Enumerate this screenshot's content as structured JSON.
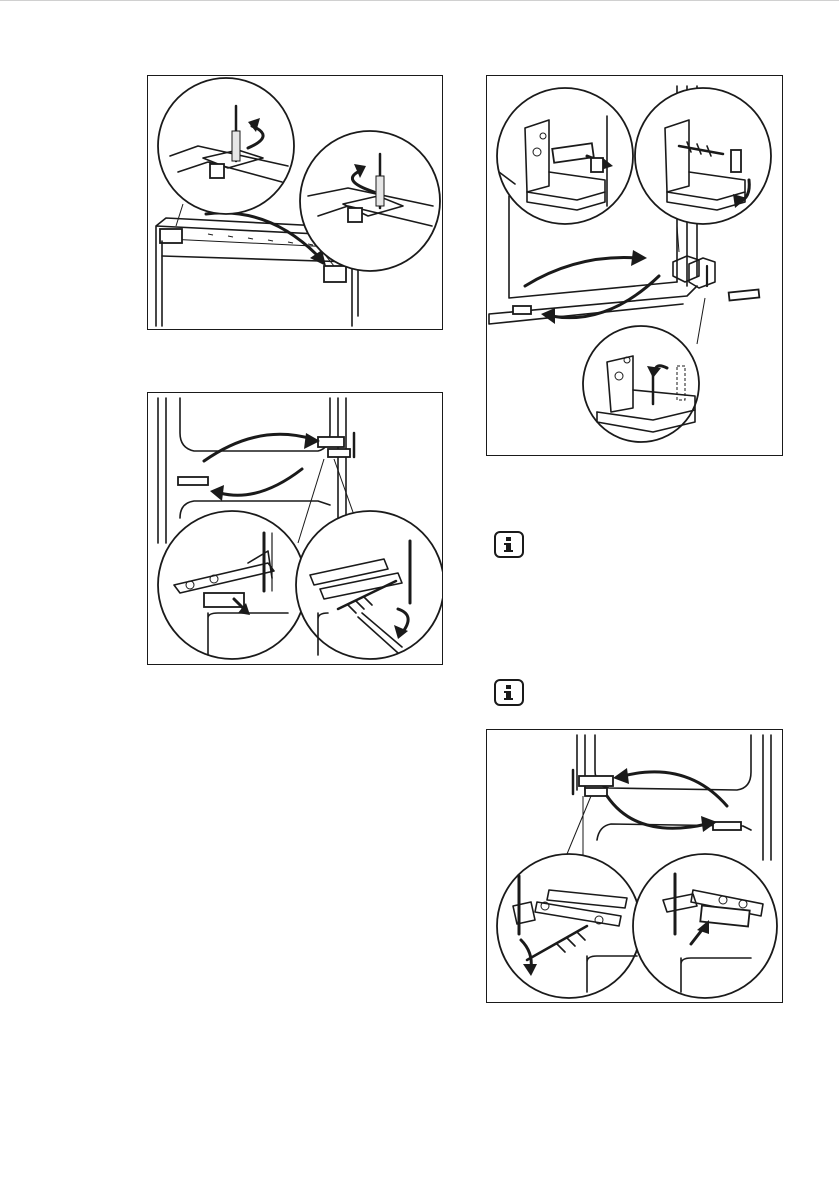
{
  "document": {
    "figures": [
      {
        "name": "remove-top-hinge-covers"
      },
      {
        "name": "remove-middle-hinge"
      },
      {
        "name": "move-bottom-hinge"
      },
      {
        "name": "refit-middle-hinge"
      }
    ],
    "notes": [
      {
        "icon": "info-icon"
      },
      {
        "icon": "info-icon"
      }
    ]
  }
}
